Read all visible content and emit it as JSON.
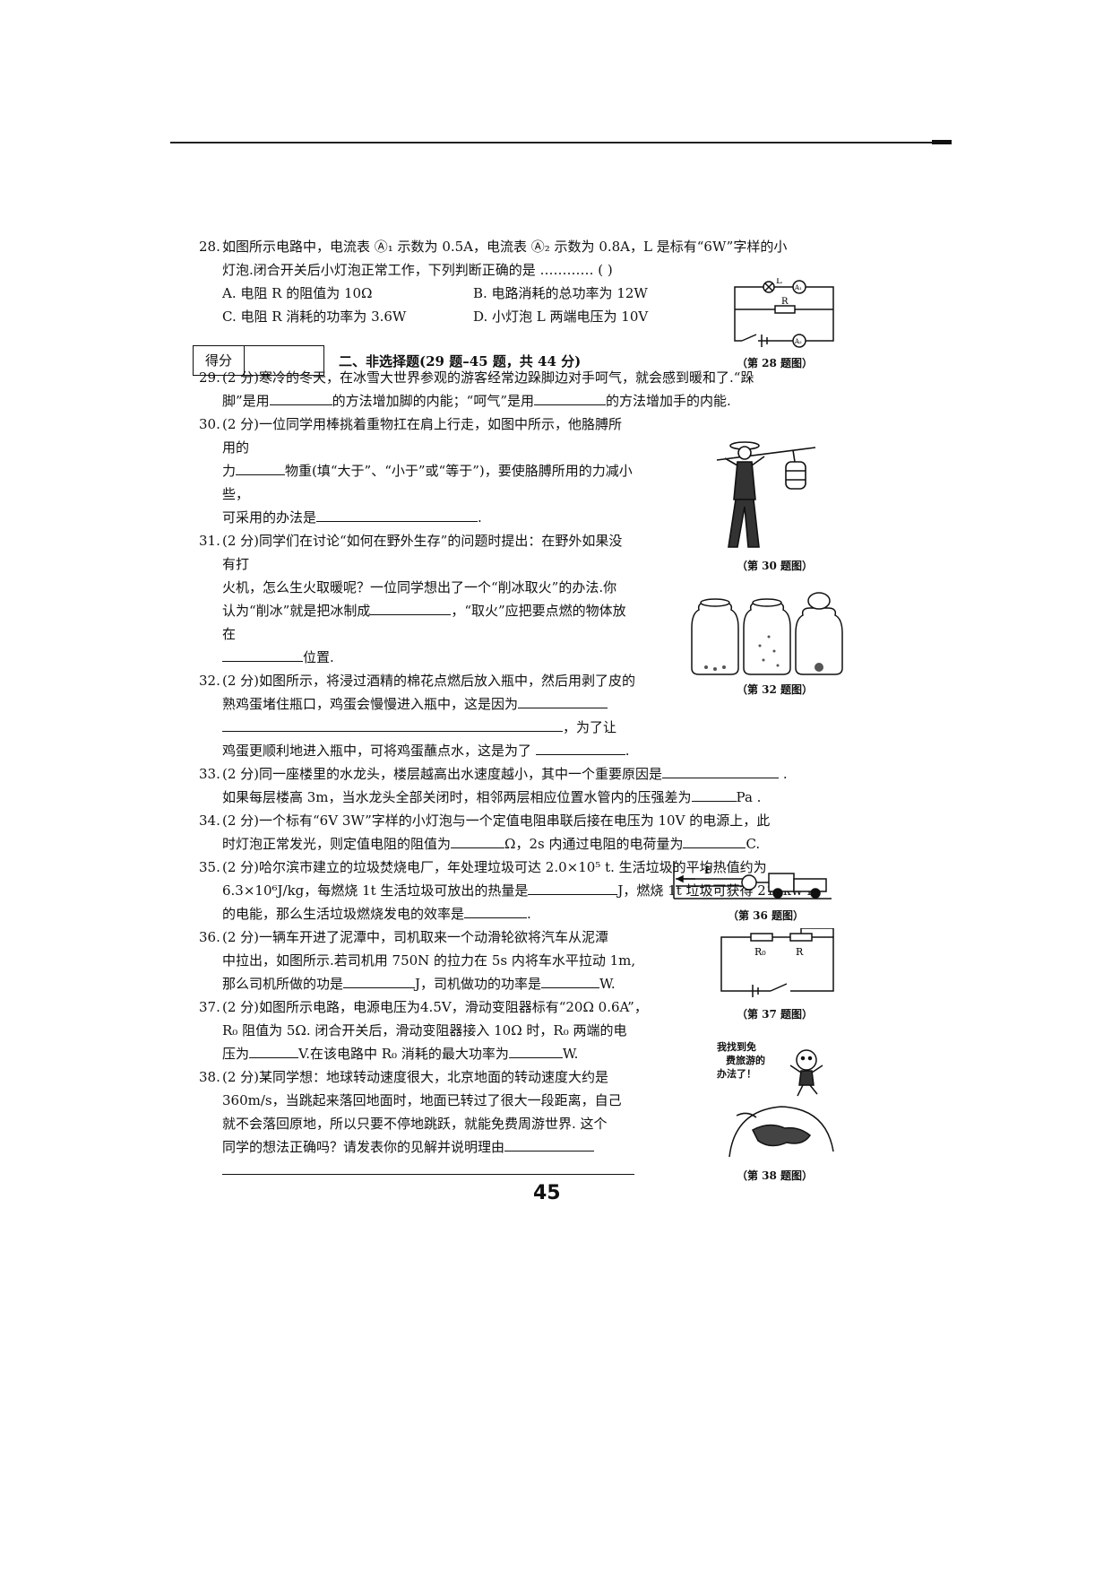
{
  "q28": {
    "num": "28.",
    "line1": "如图所示电路中，电流表 Ⓐ₁ 示数为 0.5A，电流表 Ⓐ₂ 示数为 0.8A，L 是标有“6W”字样的小",
    "line2": "灯泡.闭合开关后小灯泡正常工作，下列判断正确的是 ………… (        )",
    "optA": "A. 电阻 R 的阻值为 10Ω",
    "optB": "B. 电路消耗的总功率为 12W",
    "optC": "C. 电阻 R 消耗的功率为 3.6W",
    "optD": "D. 小灯泡 L 两端电压为 10V",
    "caption": "（第 28 题图）"
  },
  "score_label": "得分",
  "section_title": "二、非选择题(29 题–45 题，共 44 分)",
  "q29": {
    "num": "29.",
    "a": "(2 分)寒冷的冬天，在冰雪大世界参观的游客经常边跺脚边对手呵气，就会感到暖和了.“跺",
    "b": "脚”是用",
    "c": "的方法增加脚的内能；“呵气”是用",
    "d": "的方法增加手的内能."
  },
  "q30": {
    "num": "30.",
    "a": "(2 分)一位同学用棒挑着重物扛在肩上行走，如图中所示，他胳膊所用的",
    "b": "力",
    "c": "物重(填“大于”、“小于”或“等于”)，要使胳膊所用的力减小些，",
    "d": "可采用的办法是",
    "e": ".",
    "caption": "（第 30 题图）"
  },
  "q31": {
    "num": "31.",
    "a": "(2 分)同学们在讨论“如何在野外生存”的问题时提出：在野外如果没有打",
    "b": "火机，怎么生火取暖呢？一位同学想出了一个“削冰取火”的办法.你",
    "c": "认为“削冰”就是把冰制成",
    "d": "，“取火”应把要点燃的物体放在",
    "e": "位置."
  },
  "q32": {
    "num": "32.",
    "a": "(2 分)如图所示，将浸过酒精的棉花点燃后放入瓶中，然后用剥了皮的",
    "b": "熟鸡蛋堵住瓶口，鸡蛋会慢慢进入瓶中，这是因为",
    "c": "，为了让",
    "d": "鸡蛋更顺利地进入瓶中，可将鸡蛋蘸点水，这是为了",
    "e": ".",
    "caption": "（第 32 题图）"
  },
  "q33": {
    "num": "33.",
    "a": "(2 分)同一座楼里的水龙头，楼层越高出水速度越小，其中一个重要原因是",
    "b": ".",
    "c": "如果每层楼高 3m，当水龙头全部关闭时，相邻两层相应位置水管内的压强差为",
    "d": "Pa ."
  },
  "q34": {
    "num": "34.",
    "a": "(2 分)一个标有“6V  3W”字样的小灯泡与一个定值电阻串联后接在电压为 10V 的电源上，此",
    "b": "时灯泡正常发光，则定值电阻的阻值为",
    "c": "Ω，2s 内通过电阻的电荷量为",
    "d": "C."
  },
  "q35": {
    "num": "35.",
    "a": "(2 分)哈尔滨市建立的垃圾焚烧电厂，年处理垃圾可达 2.0×10⁵ t. 生活垃圾的平均热值约为",
    "b": "6.3×10⁶J/kg，每燃烧 1t 生活垃圾可放出的热量是",
    "c": "J，燃烧 1t 垃圾可获得 210kw·h",
    "d": "的电能，那么生活垃圾燃烧发电的效率是",
    "e": "."
  },
  "q36": {
    "num": "36.",
    "a": "(2 分)一辆车开进了泥潭中，司机取来一个动滑轮欲将汽车从泥潭",
    "b": "中拉出，如图所示.若司机用 750N 的拉力在 5s 内将车水平拉动 1m,",
    "c": "那么司机所做的功是",
    "d": "J，司机做功的功率是",
    "e": "W.",
    "caption": "（第 36 题图）",
    "force_label": "F"
  },
  "q37": {
    "num": "37.",
    "a": "(2 分)如图所示电路，电源电压为4.5V，滑动变阻器标有“20Ω  0.6A”，",
    "b": "R₀ 阻值为 5Ω. 闭合开关后，滑动变阻器接入 10Ω 时，R₀ 两端的电",
    "c": "压为",
    "d": "V.在该电路中 R₀ 消耗的最大功率为",
    "e": "W.",
    "caption": "（第 37 题图）",
    "r0": "R₀",
    "r": "R"
  },
  "q38": {
    "num": "38.",
    "a": "(2 分)某同学想：地球转动速度很大，北京地面的转动速度大约是",
    "b": "360m/s，当跳起来落回地面时，地面已转过了很大一段距离，自己",
    "c": "就不会落回原地，所以只要不停地跳跃，就能免费周游世界. 这个",
    "d": "同学的想法正确吗？请发表你的见解并说明理由",
    "bubble1": "我找到免",
    "bubble2": "费旅游的",
    "bubble3": "办法了！",
    "caption": "（第 38 题图）"
  },
  "fig28": {
    "lamp": "L",
    "a1": "A₁",
    "r": "R",
    "a2": "A₂"
  },
  "page_number": "45"
}
